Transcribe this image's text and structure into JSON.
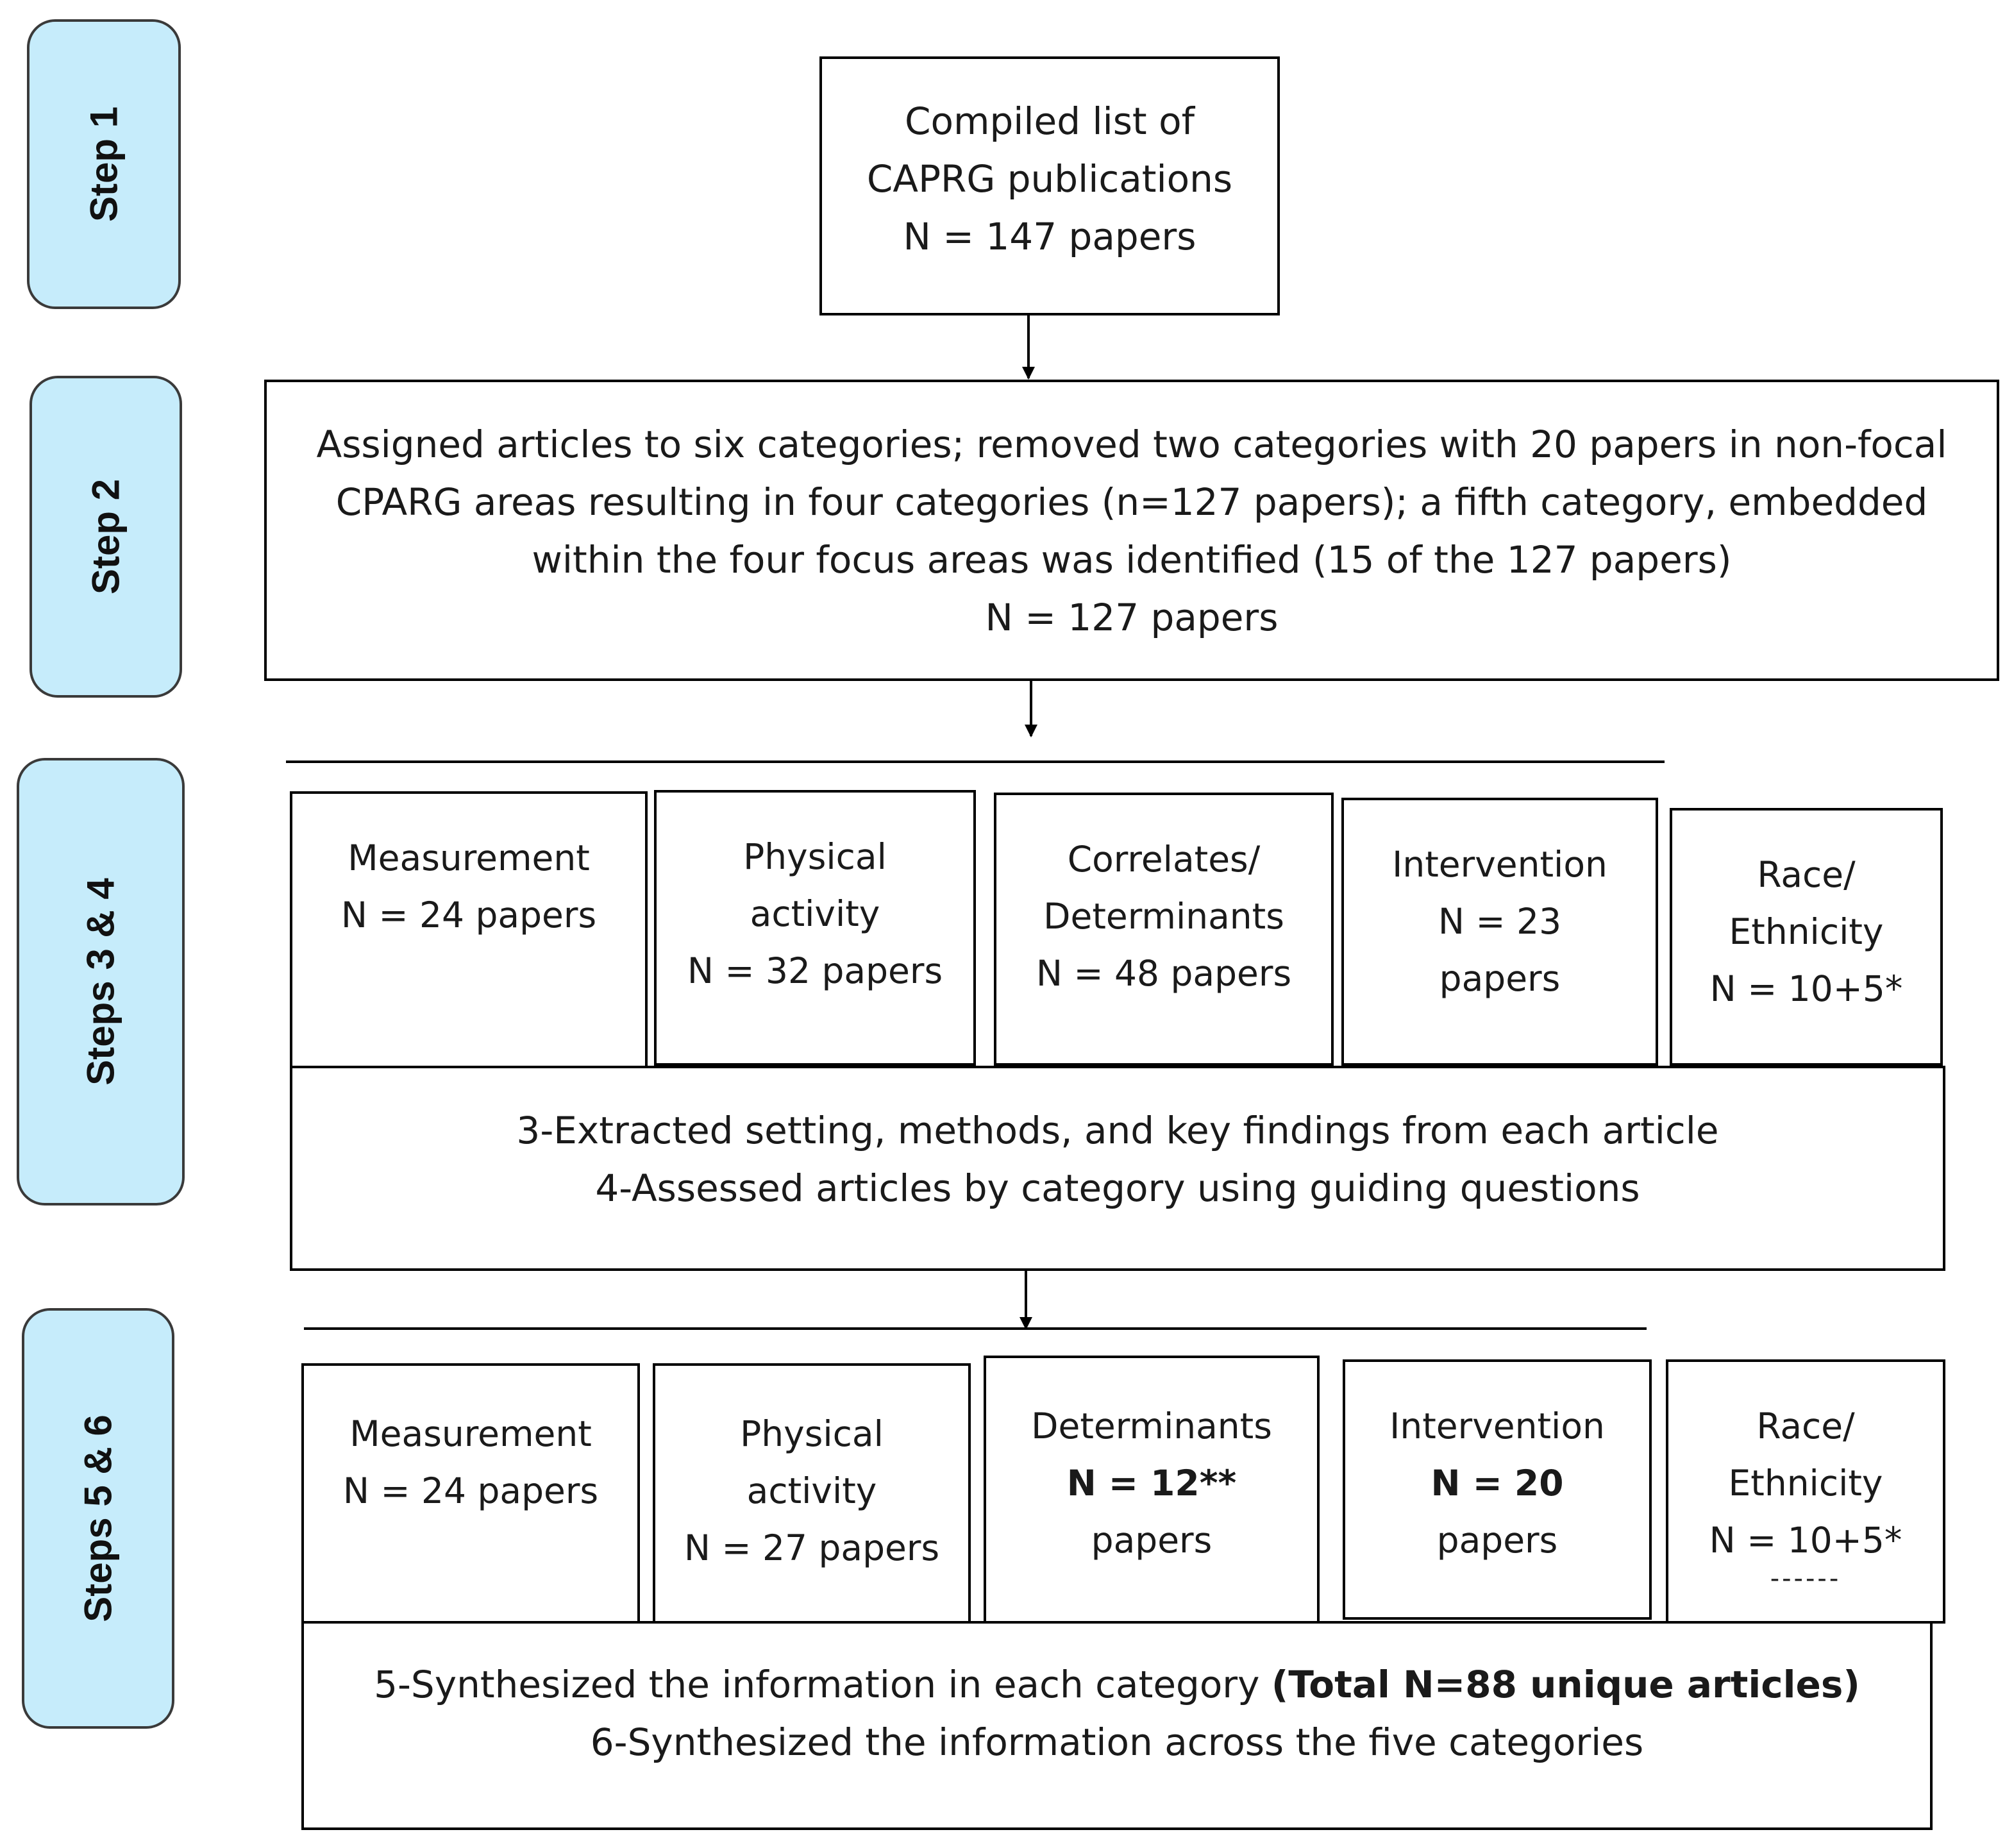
{
  "steps": {
    "step1": "Step 1",
    "step2": "Step 2",
    "step34": "Steps 3 & 4",
    "step56": "Steps 5 & 6"
  },
  "step1_box": {
    "line1": "Compiled list of",
    "line2": "CAPRG publications",
    "line3": "N = 147 papers"
  },
  "step2_box": {
    "line1": "Assigned articles to six categories; removed two categories with 20 papers in non-focal",
    "line2": "CPARG areas resulting in four categories (n=127 papers); a fifth category, embedded",
    "line3": "within the four focus areas was identified (15 of the 127 papers)",
    "line4": "N = 127 papers"
  },
  "step34_categories": [
    {
      "lines": [
        "Measurement",
        "N = 24 papers"
      ]
    },
    {
      "lines": [
        "Physical",
        "activity",
        "N = 32 papers"
      ]
    },
    {
      "lines": [
        "Correlates/",
        "Determinants",
        "N = 48 papers"
      ]
    },
    {
      "lines": [
        "Intervention",
        "N = 23",
        "papers"
      ]
    },
    {
      "lines": [
        "Race/",
        "Ethnicity",
        "N = 10+5*"
      ]
    }
  ],
  "step34_box": {
    "line1": "3-Extracted setting, methods, and key findings from each article",
    "line2": "4-Assessed articles by category using guiding questions"
  },
  "step56_categories": [
    {
      "lines": [
        "Measurement",
        "N = 24 papers"
      ]
    },
    {
      "lines": [
        "Physical",
        "activity",
        "N = 27 papers"
      ]
    },
    {
      "lines": [
        "Determinants",
        "N = 12**",
        "papers"
      ]
    },
    {
      "lines": [
        "Intervention",
        "N = 20",
        "papers"
      ]
    },
    {
      "lines": [
        "Race/",
        "Ethnicity",
        "N = 10+5*"
      ],
      "underline": "------"
    }
  ],
  "step56_box": {
    "line1_a": "5-Synthesized the information in each category ",
    "line1_b": "(Total N=88 unique articles)",
    "line2": "6-Synthesized the information across the five categories"
  }
}
